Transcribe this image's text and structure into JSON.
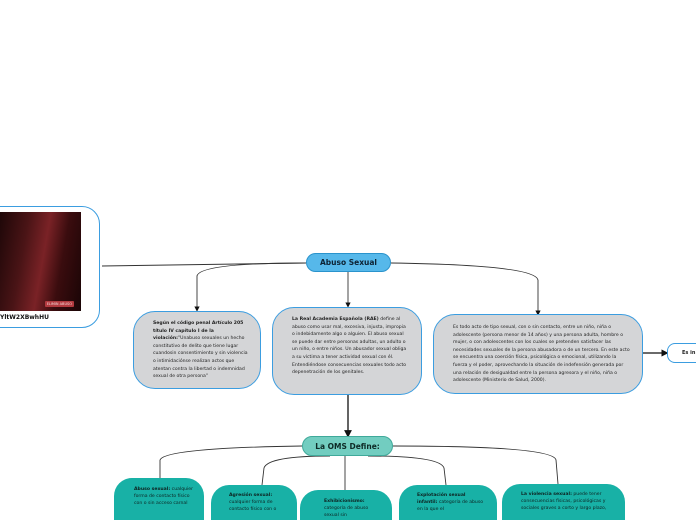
{
  "image_node": {
    "caption": "YltW2XBwhHU",
    "badge": "ELIMIN ABUSO"
  },
  "root": {
    "label": "Abuso Sexual"
  },
  "left_box": {
    "bold": "Según el código penal Artículo 205 título IV capítulo I de la violación:",
    "text": "\"Unabuso sexuales un hecho constitutivo de delito que tiene lugar cuandosin consentimiento y sin violencia o intimidaciónse realizan actos que atentan contra la libertad o indemnidad sexual de otra persona\""
  },
  "mid_box": {
    "bold": "La Real Academia Española (RAE)",
    "text": " define al abuso como usar mal, excesiva, injusta, impropia o indebidamente algo o alguien. El abuso sexual se puede dar entre personas adultas, un adulto o un niño, o entre niños. Un abusador sexual obliga a su víctima a tener actividad sexual con él. Entendiéndose consecuencias sexuales todo acto depenetración de los genitales."
  },
  "right_box": {
    "text": "Es todo acto de tipo sexual, con o sin contacto, entre un niño, niña o adolescente (persona menor de 14 años) y una persona adulta, hombre o mujer, o con adolescentes con los cuales se pretenden satisfacer las necesidades sexuales de la persona abusadora o de un tercero. En este acto se encuentra una coerción física, psicológica o emocional, utilizando la fuerza y el poder, aprovechando la situación de indefensión generada por una relación de desigualdad entre la persona agresora y el niño, niña o adolescente (Ministerio de Salud, 2000)."
  },
  "far_right": {
    "label": "Es in"
  },
  "oms": {
    "label": "La OMS Define:"
  },
  "children": [
    {
      "bold": "Abuso sexual:",
      "text": " cualquier forma de contacto físico con o sin acceso carnal"
    },
    {
      "bold": "Agresión sexual:",
      "text": " cualquier forma de contacto físico con o"
    },
    {
      "bold": "Exhibicionismo:",
      "text": " categoría de abuso sexual sin"
    },
    {
      "bold": "Explotación sexual infantil:",
      "text": " categoría de abuso en la que el"
    },
    {
      "bold": "La violencia sexual:",
      "text": " puede tener consecuencias físicas, psicológicas y sociales graves a corto y largo plazo,"
    }
  ],
  "colors": {
    "accent_blue": "#56b8ea",
    "teal": "#72cdc0",
    "teal_dark": "#18b1a6",
    "box_gray": "#d4d5d7",
    "border_blue": "#3b9de0"
  }
}
